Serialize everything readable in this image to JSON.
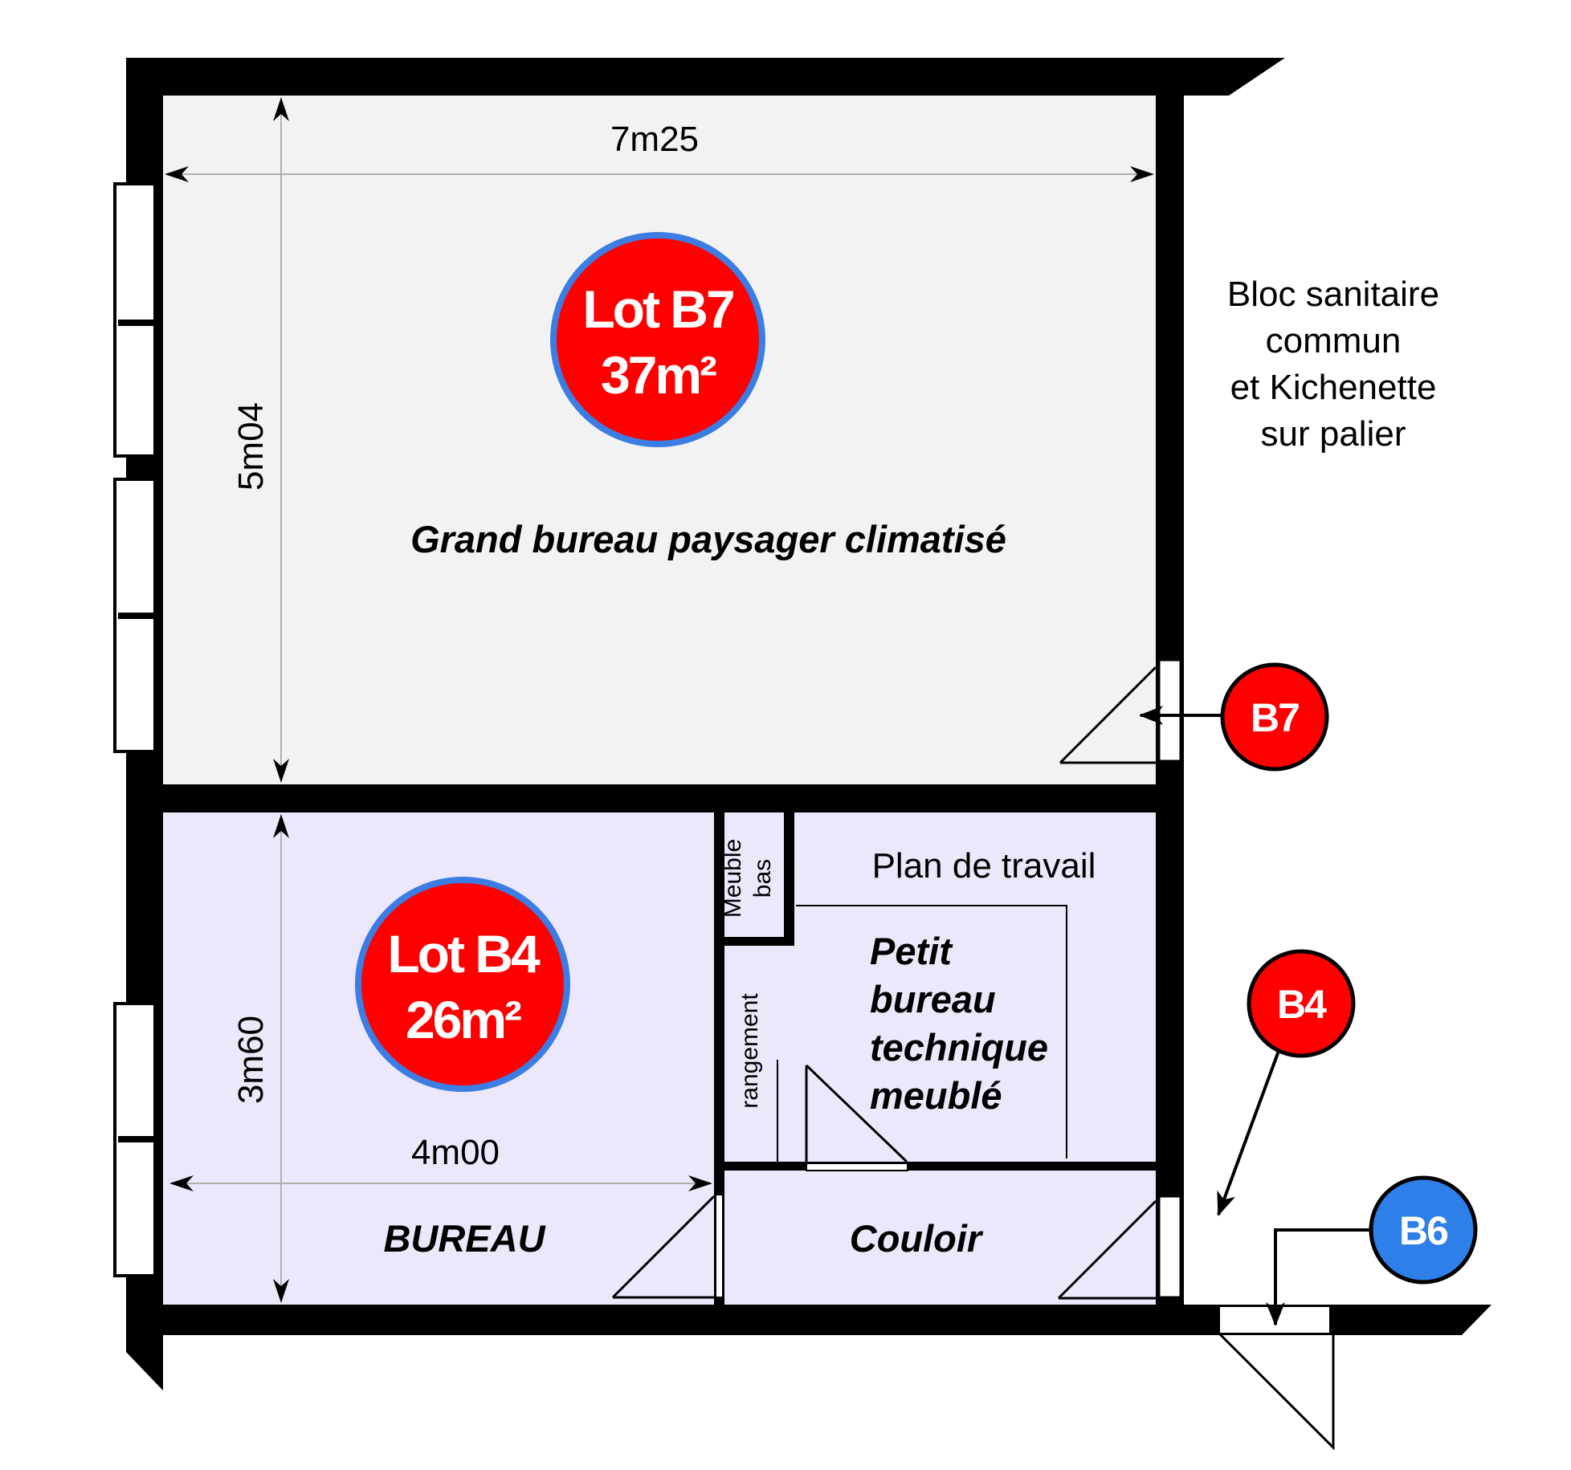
{
  "dimensions": {
    "b7_width": "7m25",
    "b7_depth": "5m04",
    "b4_depth": "3m60",
    "b4_width": "4m00"
  },
  "lots": {
    "b7": {
      "name": "Lot B7",
      "area": "37m²",
      "color": "#ff0000",
      "ring": "#3b7de3"
    },
    "b4": {
      "name": "Lot B4",
      "area": "26m²",
      "color": "#ff0000",
      "ring": "#3b7de3"
    }
  },
  "rooms": {
    "grand_bureau": "Grand bureau paysager climatisé",
    "bureau": "BUREAU",
    "couloir": "Couloir",
    "petit_bureau": [
      "Petit",
      "bureau",
      "technique",
      "meublé"
    ],
    "plan_travail": "Plan de travail",
    "meuble_bas": [
      "Meuble",
      "bas"
    ],
    "rangement": "rangement"
  },
  "landing_note": [
    "Bloc sanitaire",
    "commun",
    "et Kichenette",
    "sur palier"
  ],
  "entrances": {
    "b7": {
      "label": "B7",
      "color": "#ff0000"
    },
    "b4": {
      "label": "B4",
      "color": "#ff0000"
    },
    "b6": {
      "label": "B6",
      "color": "#2f7fe8"
    }
  },
  "fills": {
    "b7_room": "#f2f2f2",
    "b4_room": "#ede7fb"
  }
}
